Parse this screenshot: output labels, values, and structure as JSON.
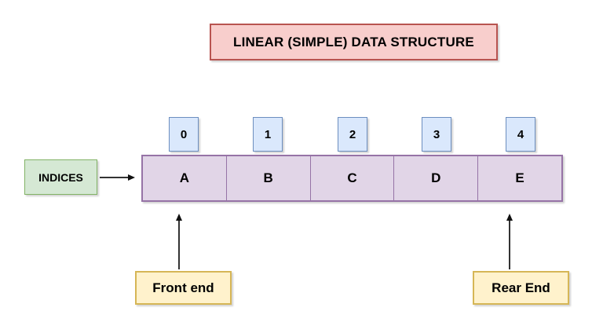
{
  "title": {
    "label": "LINEAR (SIMPLE) DATA STRUCTURE"
  },
  "indices_label": {
    "label": "INDICES"
  },
  "array": {
    "indices": [
      "0",
      "1",
      "2",
      "3",
      "4"
    ],
    "values": [
      "A",
      "B",
      "C",
      "D",
      "E"
    ]
  },
  "pointers": {
    "front_label": "Front end",
    "rear_label": "Rear End"
  },
  "palette": {
    "title_fill": "#f8cecc",
    "title_stroke": "#b85450",
    "index_fill": "#dae8fc",
    "index_stroke": "#6c8ebf",
    "cell_fill": "#e1d5e7",
    "cell_stroke": "#9673a6",
    "indices_label_fill": "#d5e8d4",
    "indices_label_stroke": "#82b366",
    "pointer_fill": "#fff2cc",
    "pointer_stroke": "#d6b656",
    "arrow_color": "#333333",
    "background": "#ffffff"
  }
}
